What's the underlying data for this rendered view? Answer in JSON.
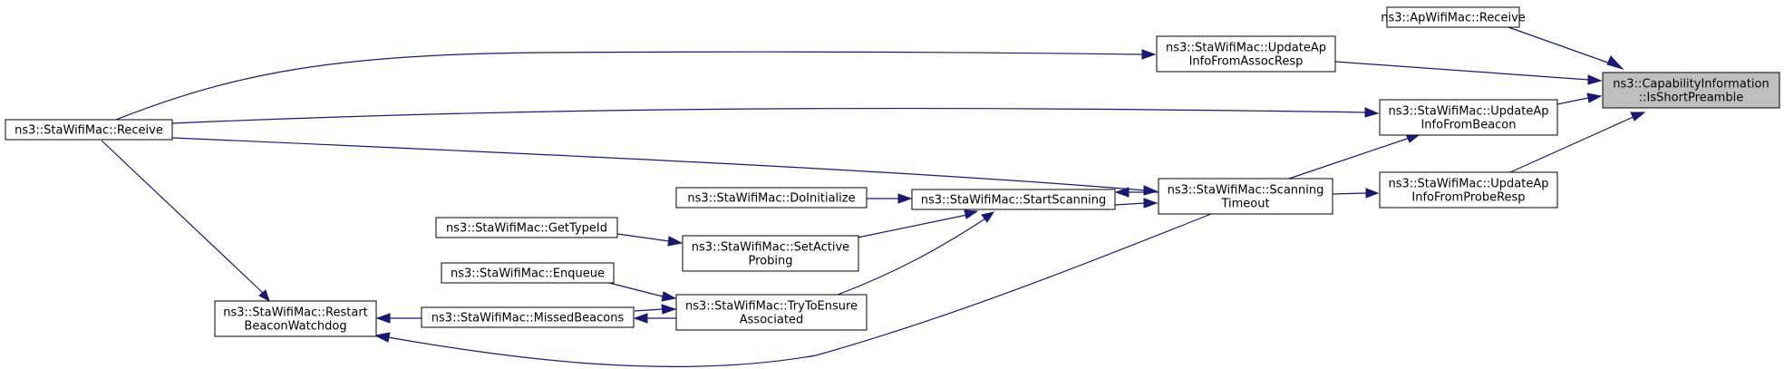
{
  "graph": {
    "colors": {
      "edge": "#191970",
      "root_fill": "#bfbfbf",
      "node_fill": "#ffffff"
    },
    "nodes": [
      {
        "id": "is_short_preamble",
        "lines": [
          "ns3::CapabilityInformation",
          "::IsShortPreamble"
        ],
        "root": true
      },
      {
        "id": "ap_receive",
        "lines": [
          "ns3::ApWifiMac::Receive"
        ]
      },
      {
        "id": "update_assoc_resp",
        "lines": [
          "ns3::StaWifiMac::UpdateAp",
          "InfoFromAssocResp"
        ]
      },
      {
        "id": "update_beacon",
        "lines": [
          "ns3::StaWifiMac::UpdateAp",
          "InfoFromBeacon"
        ]
      },
      {
        "id": "update_probe_resp",
        "lines": [
          "ns3::StaWifiMac::UpdateAp",
          "InfoFromProbeResp"
        ]
      },
      {
        "id": "sta_receive",
        "lines": [
          "ns3::StaWifiMac::Receive"
        ]
      },
      {
        "id": "scanning_timeout",
        "lines": [
          "ns3::StaWifiMac::Scanning",
          "Timeout"
        ]
      },
      {
        "id": "start_scanning",
        "lines": [
          "ns3::StaWifiMac::StartScanning"
        ]
      },
      {
        "id": "do_initialize",
        "lines": [
          "ns3::StaWifiMac::DoInitialize"
        ]
      },
      {
        "id": "set_active_probing",
        "lines": [
          "ns3::StaWifiMac::SetActive",
          "Probing"
        ]
      },
      {
        "id": "get_type_id",
        "lines": [
          "ns3::StaWifiMac::GetTypeId"
        ]
      },
      {
        "id": "try_to_ensure",
        "lines": [
          "ns3::StaWifiMac::TryToEnsure",
          "Associated"
        ]
      },
      {
        "id": "enqueue",
        "lines": [
          "ns3::StaWifiMac::Enqueue"
        ]
      },
      {
        "id": "missed_beacons",
        "lines": [
          "ns3::StaWifiMac::MissedBeacons"
        ]
      },
      {
        "id": "restart_watchdog",
        "lines": [
          "ns3::StaWifiMac::Restart",
          "BeaconWatchdog"
        ]
      }
    ],
    "edges": [
      {
        "from": "ap_receive",
        "to": "is_short_preamble"
      },
      {
        "from": "update_assoc_resp",
        "to": "is_short_preamble"
      },
      {
        "from": "update_beacon",
        "to": "is_short_preamble"
      },
      {
        "from": "update_probe_resp",
        "to": "is_short_preamble"
      },
      {
        "from": "sta_receive",
        "to": "update_assoc_resp"
      },
      {
        "from": "sta_receive",
        "to": "update_beacon"
      },
      {
        "from": "sta_receive",
        "to": "scanning_timeout"
      },
      {
        "from": "sta_receive",
        "to": "restart_watchdog"
      },
      {
        "from": "scanning_timeout",
        "to": "update_beacon"
      },
      {
        "from": "scanning_timeout",
        "to": "update_probe_resp"
      },
      {
        "from": "scanning_timeout",
        "to": "start_scanning"
      },
      {
        "from": "scanning_timeout",
        "to": "restart_watchdog"
      },
      {
        "from": "start_scanning",
        "to": "scanning_timeout"
      },
      {
        "from": "do_initialize",
        "to": "start_scanning"
      },
      {
        "from": "set_active_probing",
        "to": "start_scanning"
      },
      {
        "from": "try_to_ensure",
        "to": "start_scanning"
      },
      {
        "from": "get_type_id",
        "to": "set_active_probing"
      },
      {
        "from": "enqueue",
        "to": "try_to_ensure"
      },
      {
        "from": "missed_beacons",
        "to": "try_to_ensure"
      },
      {
        "from": "try_to_ensure",
        "to": "missed_beacons"
      },
      {
        "from": "missed_beacons",
        "to": "restart_watchdog"
      }
    ]
  }
}
